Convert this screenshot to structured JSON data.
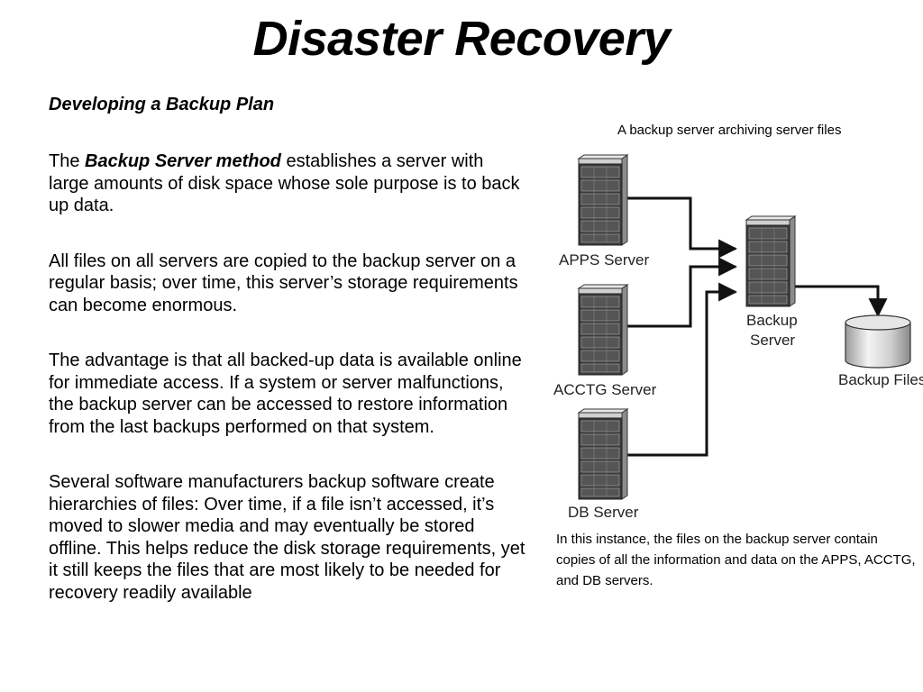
{
  "slide": {
    "title": "Disaster Recovery",
    "subtitle": "Developing a Backup Plan",
    "paragraphs": {
      "p1_pre": "The ",
      "p1_bold": "Backup Server method",
      "p1_post": " establishes a server with large amounts of disk space whose sole purpose is to back up data.",
      "p2": "All files on all servers are copied to the backup server on a regular basis; over time, this server’s storage requirements can become enormous.",
      "p3": "The advantage is that all backed-up data is available online for immediate access. If a system or server malfunctions, the backup server can be accessed to restore information from the last backups performed on that system.",
      "p4": "Several software manufacturers backup software create hierarchies of files: Over time, if a file isn’t accessed, it’s moved to slower media and may eventually be stored offline. This helps reduce the disk storage requirements, yet it still keeps the files that are most likely to be needed for recovery readily available"
    }
  },
  "diagram": {
    "caption": "A backup server archiving server files",
    "nodes": {
      "apps": "APPS Server",
      "acctg": "ACCTG Server",
      "db": "DB Server",
      "backup_line1": "Backup",
      "backup_line2": "Server",
      "files": "Backup Files"
    },
    "note": "In this instance, the files on the backup server contain copies of all the information and data on the APPS, ACCTG, and DB servers."
  }
}
